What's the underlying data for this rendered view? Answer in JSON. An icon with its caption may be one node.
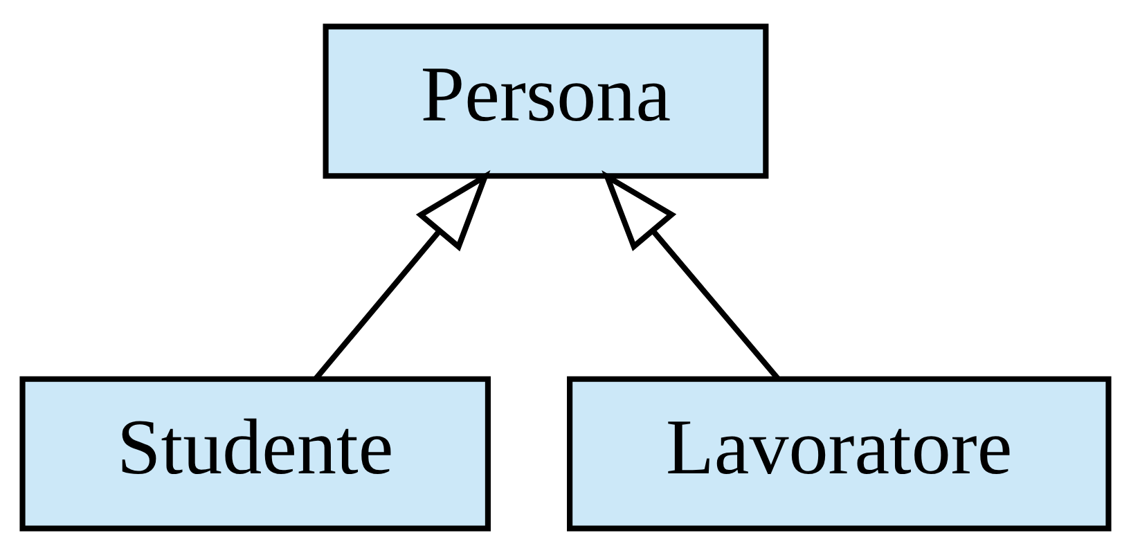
{
  "diagram": {
    "nodes": [
      {
        "text": [
          "Persona"
        ]
      },
      {
        "text": [
          "Studente"
        ]
      },
      {
        "text": [
          "Lavoratore"
        ]
      }
    ],
    "edges": [
      {
        "from": 1,
        "to": 0,
        "arrow": "to"
      },
      {
        "from": 2,
        "to": 0,
        "arrow": "to"
      }
    ]
  }
}
